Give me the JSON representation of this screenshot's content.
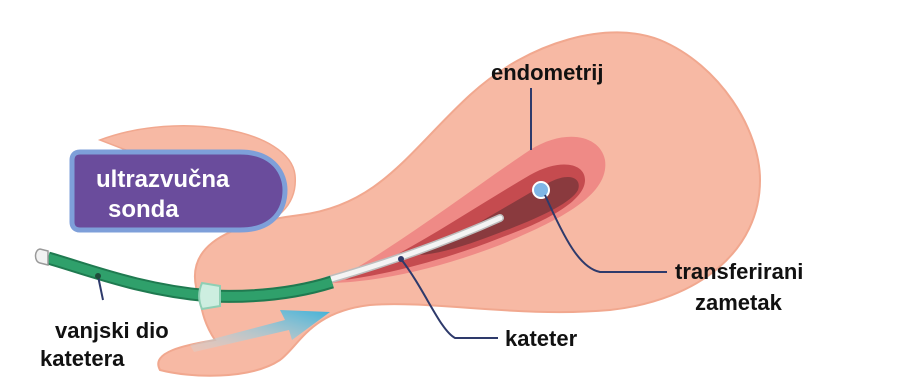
{
  "labels": {
    "probe_line1": "ultrazvučna",
    "probe_line2": "sonda",
    "endometrium": "endometrij",
    "embryo_line1": "transferirani",
    "embryo_line2": "zametak",
    "catheter": "kateter",
    "outer_line1": "vanjski dio",
    "outer_line2": "katetera"
  },
  "colors": {
    "uterus": "#f7b9a4",
    "uterus_outline": "#f1a88f",
    "endometrium_outer": "#ef8a86",
    "endometrium_inner": "#c54b4f",
    "cavity": "#8a3a3e",
    "probe": "#6a4c9c",
    "probe_border": "#7e9fd9",
    "catheter_outer": "#2e9a67",
    "catheter_inner": "#f2f2f2",
    "arrow": "#47b5d9",
    "leader": "#2e3a6b",
    "embryo": "#7fb6e6"
  },
  "icons": {
    "direction_arrow": "arrow-right-icon"
  }
}
